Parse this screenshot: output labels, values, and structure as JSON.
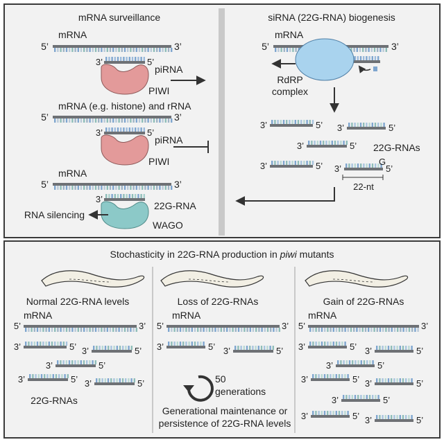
{
  "top": {
    "left_title": "mRNA surveillance",
    "right_title": "siRNA (22G-RNA) biogenesis",
    "five": "5’",
    "three": "3’",
    "mrna": "mRNA",
    "mrna_histone": "mRNA (e.g. histone) and rRNA",
    "pirna": "piRNA",
    "piwi": "PIWI",
    "g22": "22G-RNA",
    "wago": "WAGO",
    "rna_silencing": "RNA silencing",
    "rdrp_line1": "RdRP",
    "rdrp_line2": "complex",
    "g22s": "22G-RNAs",
    "g_letter": "G",
    "nt": "22-nt"
  },
  "bottom": {
    "title_prefix": "Stochasticity in 22G-RNA production in ",
    "title_italic": "piwi",
    "title_suffix": " mutants",
    "col1": "Normal 22G-RNA levels",
    "col2": "Loss of 22G-RNAs",
    "col3": "Gain of 22G-RNAs",
    "mrna": "mRNA",
    "g22s": "22G-RNAs",
    "gen_num": "50",
    "gen_word": "generations",
    "maint_line1": "Generational maintenance or",
    "maint_line2": "persistence of 22G-RNA levels",
    "five": "5’",
    "three": "3’"
  },
  "colors": {
    "strand": "#6e7175",
    "tick_blue": "#7fa6cf",
    "tick_teal": "#8fbdb9",
    "piwi": "#e39a9a",
    "wago": "#8cc9c8",
    "rdrp": "#a9d3ee",
    "panel_bg": "#f2f2f2",
    "divider": "#c9c9c9",
    "frame": "#3a3a3a"
  },
  "icons": {
    "worm": "nematode-worm-icon",
    "cycle": "circular-arrow-icon"
  }
}
